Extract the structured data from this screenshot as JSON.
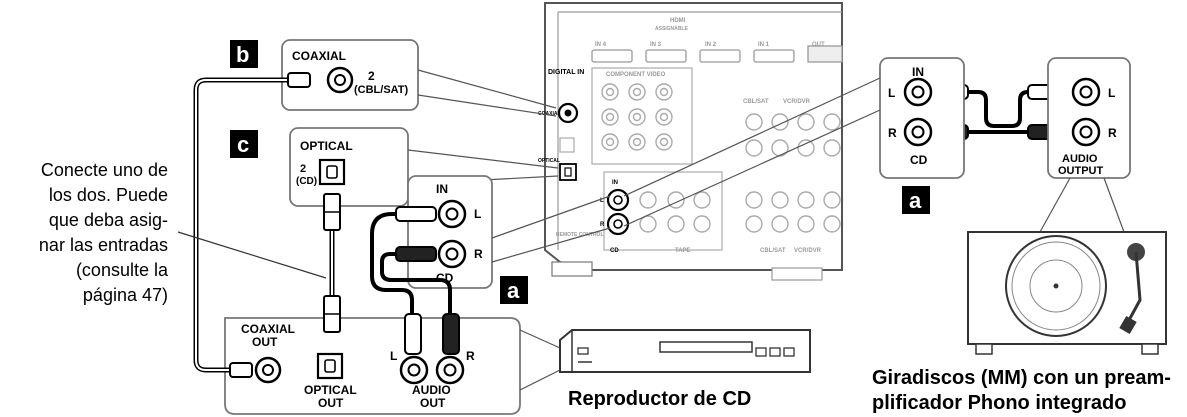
{
  "badges": {
    "b": "b",
    "c": "c",
    "a_receiver": "a",
    "a_turntable": "a"
  },
  "coaxial_box": {
    "title": "COAXIAL",
    "number": "2",
    "source": "(CBL/SAT)"
  },
  "optical_box": {
    "title": "OPTICAL",
    "number": "2",
    "source": "(CD)"
  },
  "cd_in_box": {
    "title": "IN",
    "left": "L",
    "right": "R",
    "bottom": "CD"
  },
  "turntable_in_box": {
    "title": "IN",
    "left": "L",
    "right": "R",
    "bottom": "CD"
  },
  "turntable_out_box": {
    "left": "L",
    "right": "R",
    "line1": "AUDIO",
    "line2": "OUTPUT"
  },
  "cd_player_panel": {
    "coaxial_out_1": "COAXIAL",
    "coaxial_out_2": "OUT",
    "optical_out_1": "OPTICAL",
    "optical_out_2": "OUT",
    "audio_out_1": "AUDIO",
    "audio_out_2": "OUT",
    "left": "L",
    "right": "R"
  },
  "receiver": {
    "hdmi": "HDMI",
    "assignable": "ASSIGNABLE",
    "in4": "IN 4",
    "in3": "IN 3",
    "in2": "IN 2",
    "in1": "IN 1",
    "out": "OUT",
    "component_video": "COMPONENT VIDEO",
    "digital_in": "DIGITAL IN",
    "coaxial": "COAXIAL",
    "optical": "OPTICAL",
    "cbl_sat": "CBL/SAT",
    "vcr_dvr": "VCR/DVR",
    "in_l": "L",
    "in_r": "R",
    "in": "IN",
    "cd": "CD",
    "tape": "TAPE",
    "remote_control": "REMOTE CONTROL"
  },
  "note": {
    "lines": [
      "Conecte uno de",
      "los dos. Puede",
      "que deba asig-",
      "nar las entradas",
      "(consulte la",
      "página 47)"
    ]
  },
  "captions": {
    "cd_player": "Reproductor de CD",
    "turntable_line1": "Giradiscos (MM) con un pream-",
    "turntable_line2": "plificador Phono integrado"
  }
}
